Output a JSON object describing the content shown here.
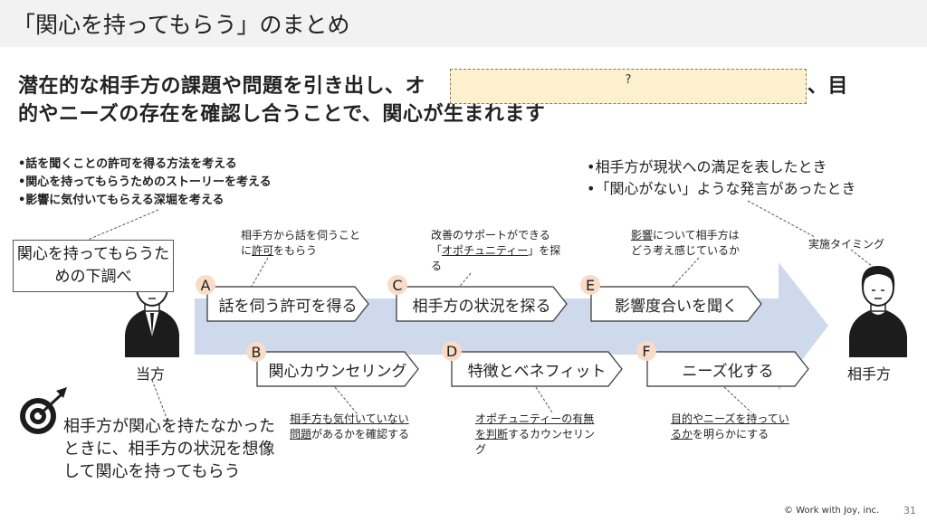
{
  "title": "「関心を持ってもらう」のまとめ",
  "lead": {
    "line1_before": "潜在的な相手方の課題や問題を引き出し、",
    "line1_visible_fragment": "オ",
    "hidden_placeholder": "?",
    "line1_after": "めて、目",
    "line2": "的やニーズの存在を確認し合うことで、関心が生まれます"
  },
  "left_bullets": [
    "•話を聞くことの許可を得る方法を考える",
    "•関心を持ってもらうためのストーリーを考える",
    "•影響に気付いてもらえる深堀を考える"
  ],
  "right_bullets": [
    "•相手方が現状への満足を表したとき",
    "•「関心がない」ような発言があったとき"
  ],
  "callout": {
    "line1": "関心を持ってもらうた",
    "line2": "めの下調べ"
  },
  "timing_label": "実施タイミング",
  "steps": [
    {
      "badge": "A",
      "label": "話を伺う許可を得る"
    },
    {
      "badge": "B",
      "label": "関心カウンセリング"
    },
    {
      "badge": "C",
      "label": "相手方の状況を探る"
    },
    {
      "badge": "D",
      "label": "特徴とベネフィット"
    },
    {
      "badge": "E",
      "label": "影響度合いを聞く"
    },
    {
      "badge": "F",
      "label": "ニーズ化する"
    }
  ],
  "notes": {
    "a": {
      "line1": "相手方から話を伺うこと",
      "line2_pre": "に",
      "line2_u": "許可",
      "line2_post": "をもらう"
    },
    "c": {
      "line1": "改善のサポートができる",
      "line2_pre": "「",
      "line2_u": "オポチュニティー",
      "line2_post": "」を探",
      "line3": "る"
    },
    "e": {
      "line1_u": "影響",
      "line1_post": "について相手方は",
      "line2": "どう考え感じているか"
    },
    "b": {
      "line1_u": "相手方も気付いていない",
      "line2_u": "問題",
      "line2_post": "があるかを確認する"
    },
    "d": {
      "line1_u": "オポチュニティーの有無",
      "line2_u": "を判断",
      "line2_post": "するカウンセリン",
      "line3": "グ"
    },
    "f": {
      "line1_u": "目的やニーズを持ってい",
      "line2_u": "るか",
      "line2_post": "を明らかにする"
    }
  },
  "persons": {
    "self": "当方",
    "other": "相手方"
  },
  "conclusion": "相手方が関心を持たなかったときに、相手方の状況を想像して関心を持ってもらう",
  "footer": "© Work with Joy, inc.",
  "page_number": "31",
  "colors": {
    "arrow": "#cfd9ec",
    "badge": "#f9dcc7",
    "hidden_box": "#fdf0cf",
    "title_bar": "#f2f2f2"
  }
}
